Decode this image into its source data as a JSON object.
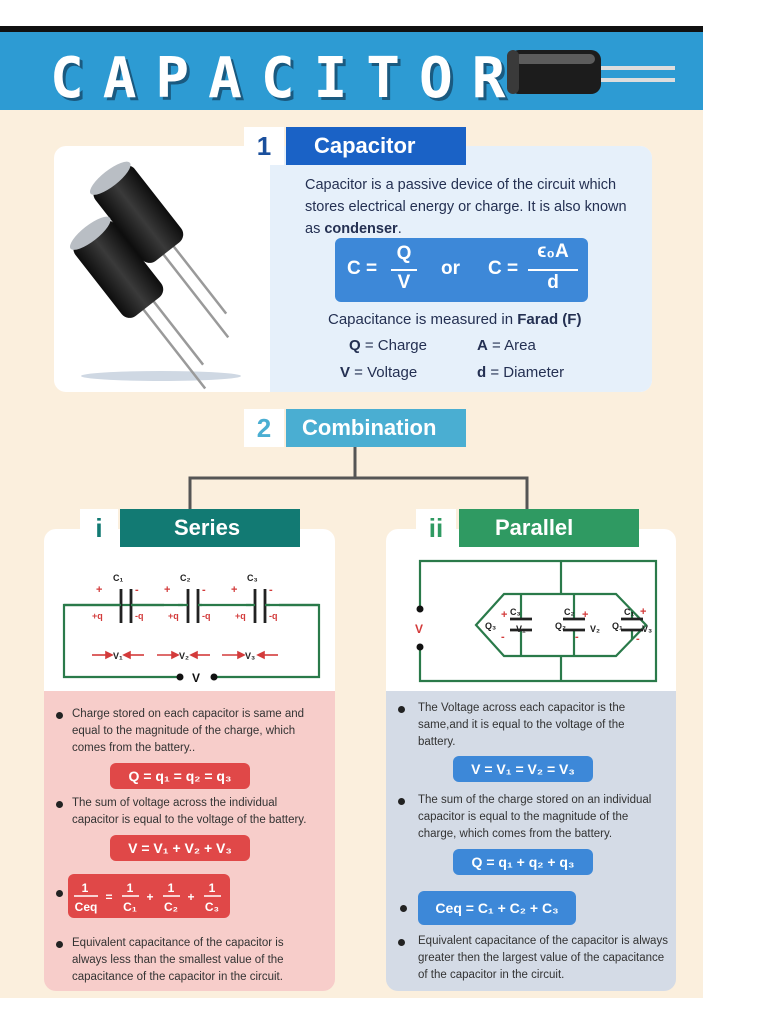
{
  "banner": {
    "title": "CAPACITOR"
  },
  "section1": {
    "number": "1",
    "heading": "Capacitor",
    "intro_line1": "Capacitor is a passive device of the circuit which",
    "intro_line2": "stores electrical energy or charge. It is also known",
    "intro_as": "as ",
    "intro_bold": "condenser",
    "intro_end": ".",
    "formula": {
      "lhs1": "C =",
      "num1": "Q",
      "den1": "V",
      "or": "or",
      "lhs2": "C =",
      "num2": "ϵ₀A",
      "den2": "d"
    },
    "measured_prefix": "Capacitance is measured in ",
    "measured_unit": "Farad (F)",
    "legend": [
      {
        "sym": "Q",
        "desc": " = Charge"
      },
      {
        "sym": "A",
        "desc": " = Area"
      },
      {
        "sym": "V",
        "desc": " = Voltage"
      },
      {
        "sym": "d",
        "desc": " = Diameter"
      }
    ]
  },
  "section2": {
    "number": "2",
    "heading": "Combination"
  },
  "series": {
    "number": "i",
    "heading": "Series",
    "circuit": {
      "caps": [
        "C₁",
        "C₂",
        "C₃"
      ],
      "charges": [
        "+q",
        "-q",
        "+q",
        "-q",
        "+q",
        "-q"
      ],
      "plus": "+",
      "minus": "-",
      "volts": [
        "V₁",
        "V₂",
        "V₃"
      ],
      "source": "V"
    },
    "b1_l1": "Charge stored on each capacitor is same and",
    "b1_l2": "equal to the magnitude of the charge, which",
    "b1_l3": "comes from the battery..",
    "f1": "Q = q₁ = q₂ = q₃",
    "b2_l1": "The sum of voltage across the individual",
    "b2_l2": "capacitor is equal to the voltage of the battery.",
    "f2": "V = V₁ + V₂ + V₃",
    "f3": {
      "one": "1",
      "ceq": "Ceq",
      "eq": "=",
      "plus": "+",
      "c1": "C₁",
      "c2": "C₂",
      "c3": "C₃"
    },
    "b3_l1": "Equivalent capacitance of the capacitor is",
    "b3_l2": "always less than the smallest value of the",
    "b3_l3": "capacitance of the capacitor in the circuit."
  },
  "parallel": {
    "number": "ii",
    "heading": "Parallel",
    "circuit": {
      "source": "V",
      "caps": [
        "C₃",
        "C₂",
        "C₁"
      ],
      "charges": [
        "Q₃",
        "Q₂",
        "Q₁"
      ],
      "volts": [
        "V₁",
        "V₂",
        "V₃"
      ],
      "plus": "+",
      "minus": "-"
    },
    "b1_l1": "The Voltage across each capacitor is the",
    "b1_l2": "same,and it is equal to the voltage of the",
    "b1_l3": "battery.",
    "f1": "V = V₁ = V₂ = V₃",
    "b2_l1": "The sum of the charge stored on an individual",
    "b2_l2": "capacitor is equal to the magnitude of the",
    "b2_l3": "charge, which comes from the battery.",
    "f2": "Q = q₁ + q₂ + q₃",
    "f3": "Ceq = C₁ + C₂ + C₃",
    "b3_l1": "Equivalent capacitance of the capacitor is always",
    "b3_l2": "greater then the largest value of the capacitance",
    "b3_l3": "of the capacitor in the circuit."
  },
  "colors": {
    "banner": "#2d9bd3",
    "heading_blue": "#1a62c6",
    "heading_cyan": "#4aaed2",
    "series_teal": "#127a73",
    "parallel_green": "#2f9a62",
    "series_pink": "#f7cdca",
    "parallel_grey": "#d4dbe6",
    "circuit_green": "#2a7a4a",
    "red": "#d33b3b",
    "formula_blue": "#3d88d8"
  }
}
